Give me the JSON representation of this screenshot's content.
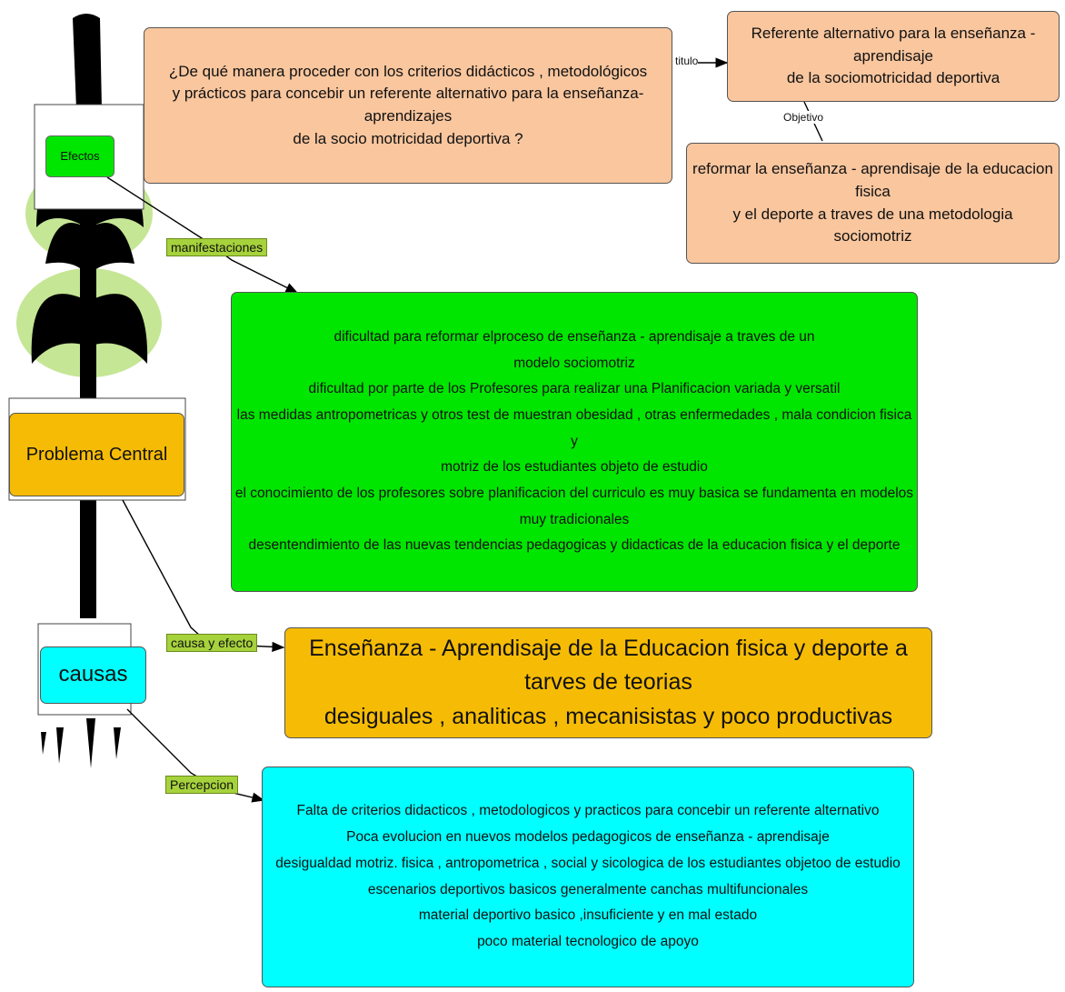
{
  "question": {
    "lines": [
      "¿De qué manera proceder con los criterios didácticos , metodológicos",
      "y prácticos para concebir  un referente alternativo para la enseñanza- aprendizajes",
      "de la socio motricidad deportiva   ?"
    ]
  },
  "title_node": {
    "lines": [
      "Referente alternativo para la enseñanza -aprendisaje",
      "de la sociomotricidad deportiva"
    ]
  },
  "objective_node": {
    "lines": [
      "reformar la enseñanza - aprendisaje de la educacion fisica",
      "y el deporte a traves de una metodologia",
      "sociomotriz"
    ]
  },
  "effects_node": {
    "lines": [
      "dificultad para reformar elproceso de enseñanza - aprendisaje a traves de un",
      "modelo sociomotriz",
      "dificultad por parte de los Profesores para realizar una Planificacion variada y versatil",
      "las medidas antropometricas y otros test de muestran obesidad , otras enfermedades , mala condicion fisica y",
      "motriz de los estudiantes objeto de estudio",
      "el conocimiento de los profesores sobre planificacion del curriculo es muy basica se fundamenta en modelos",
      "muy tradicionales",
      "desentendimiento de las nuevas tendencias pedagogicas y didacticas de la educacion fisica y el deporte"
    ]
  },
  "central_problem_node": {
    "lines": [
      "Enseñanza - Aprendisaje  de la Educacion fisica y deporte a tarves de teorias",
      "desiguales , analiticas , mecanisistas y poco productivas"
    ]
  },
  "causes_node": {
    "lines": [
      "Falta de criterios didacticos , metodologicos y practicos para concebir un referente alternativo",
      "Poca evolucion en nuevos modelos pedagogicos de enseñanza - aprendisaje",
      "desigualdad motriz. fisica , antropometrica , social y sicologica de los estudiantes objetoo de estudio",
      "escenarios deportivos basicos generalmente canchas multifuncionales",
      "material deportivo basico ,insuficiente y en mal estado",
      "poco material tecnologico de apoyo"
    ]
  },
  "tree_labels": {
    "efectos": "Efectos",
    "problema_central": "Problema Central",
    "causas": "causas"
  },
  "link_labels": {
    "titulo": "titulo",
    "objetivo": "Objetivo",
    "manifestaciones": "manifestaciones",
    "causa_y_efecto": "causa y efecto",
    "percepcion": "Percepcion"
  },
  "colors": {
    "peach": "#f9c69e",
    "green": "#00e600",
    "orange": "#f6bc05",
    "cyan": "#00ffff",
    "tag_green": "#a6d23c",
    "tree_black": "#000000",
    "tree_halo": "#b7e07a"
  }
}
